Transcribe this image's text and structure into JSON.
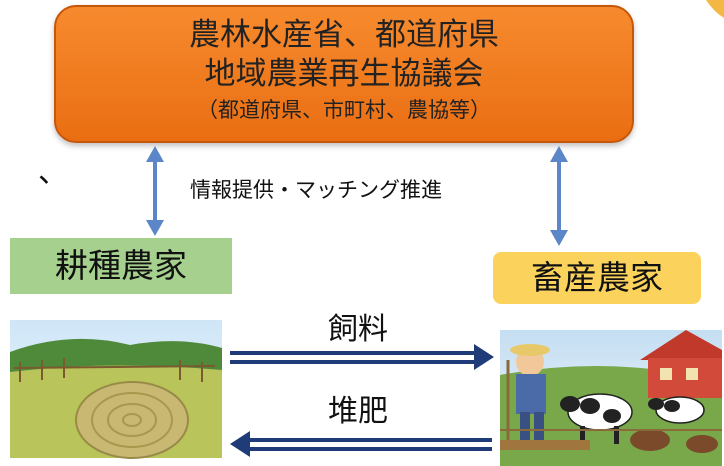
{
  "top_box": {
    "line1": "農林水産省、都道府県",
    "line2": "地域農業再生協議会",
    "line3": "（都道府県、市町村、農協等）"
  },
  "stray_mark": "、",
  "info_text": "情報提供・マッチング推進",
  "crop_farmer": "耕種農家",
  "livestock_farmer": "畜産農家",
  "feed": "飼料",
  "compost": "堆肥",
  "colors": {
    "box_orange": "#f07a1e",
    "arrow_blue": "#5b86c8",
    "flow_arrow_navy": "#1f3b78",
    "green_label": "#a6d08e",
    "yellow_label": "#fbd35c"
  }
}
